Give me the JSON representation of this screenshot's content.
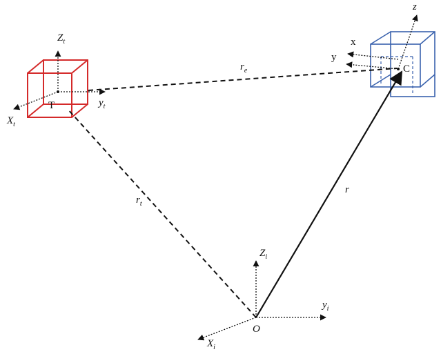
{
  "colors": {
    "ink": "#111111",
    "target_box": "#d42a2a",
    "chaser_box": "#3a62ad",
    "background": "#ffffff"
  },
  "labels": {
    "target_point": "T",
    "chaser_point": "C",
    "origin_point": "O",
    "r": "r",
    "r_e_main": "r",
    "r_e_sub": "e",
    "r_t_main": "r",
    "r_t_sub": "t",
    "target_z_main": "Z",
    "target_z_sub": "t",
    "target_x_main": "X",
    "target_x_sub": "t",
    "target_y_main": "y",
    "target_y_sub": "t",
    "chaser_x": "x",
    "chaser_y": "y",
    "chaser_z": "z",
    "inertial_z_main": "Z",
    "inertial_z_sub": "i",
    "inertial_y_main": "y",
    "inertial_y_sub": "i",
    "inertial_x_main": "X",
    "inertial_x_sub": "i"
  }
}
